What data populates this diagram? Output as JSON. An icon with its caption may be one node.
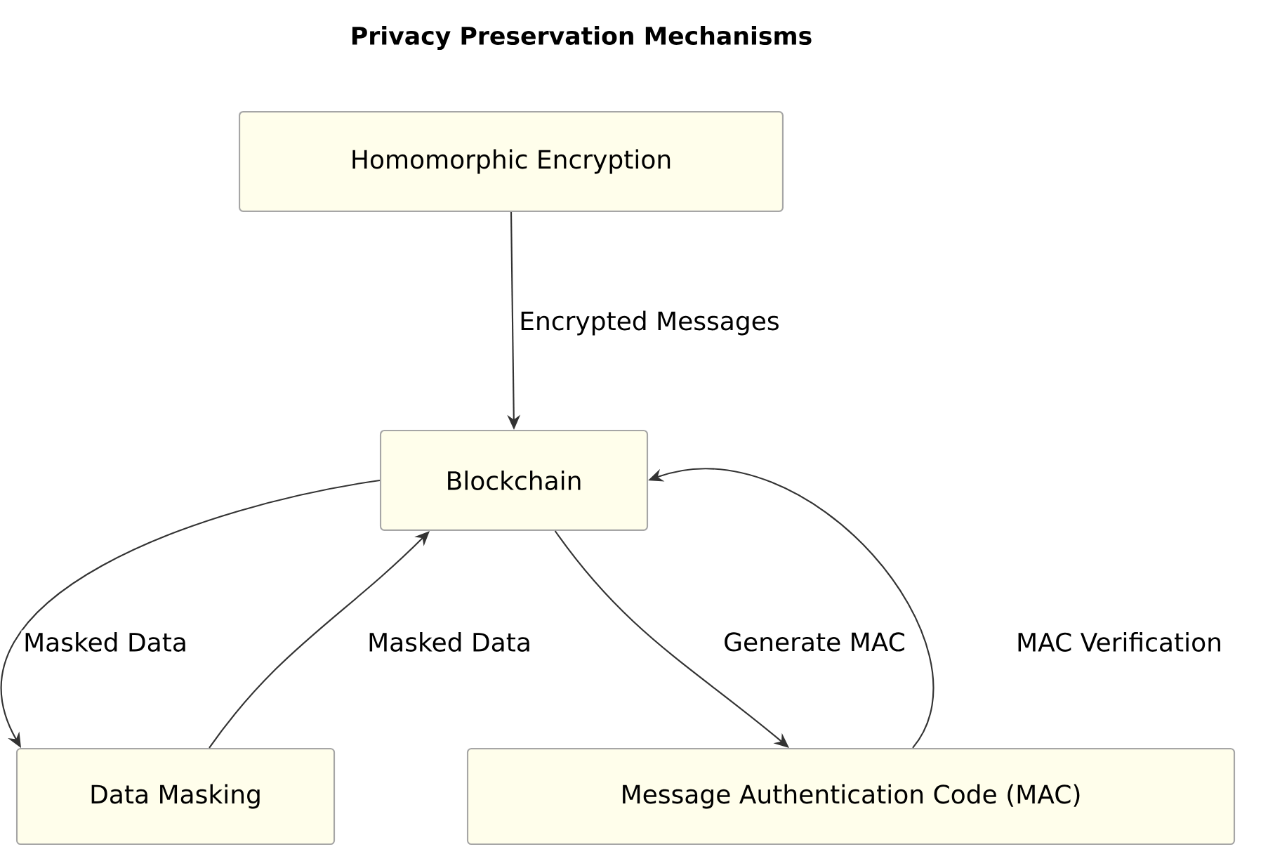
{
  "diagram": {
    "title": "Privacy Preservation Mechanisms",
    "nodes": [
      {
        "text": [
          "Homomorphic Encryption"
        ]
      },
      {
        "text": [
          "Blockchain"
        ]
      },
      {
        "text": [
          "Data Masking"
        ]
      },
      {
        "text": [
          "Message Authentication Code (MAC)"
        ]
      }
    ],
    "edges": [
      {
        "from": 0,
        "to": 1,
        "arrow": "to",
        "label": "Encrypted Messages"
      },
      {
        "from": 1,
        "to": 2,
        "arrow": "to",
        "label": "Masked Data"
      },
      {
        "from": 2,
        "to": 1,
        "arrow": "to",
        "label": "Masked Data"
      },
      {
        "from": 1,
        "to": 3,
        "arrow": "to",
        "label": "Generate MAC"
      },
      {
        "from": 3,
        "to": 1,
        "arrow": "to",
        "label": "MAC Verification"
      }
    ]
  }
}
